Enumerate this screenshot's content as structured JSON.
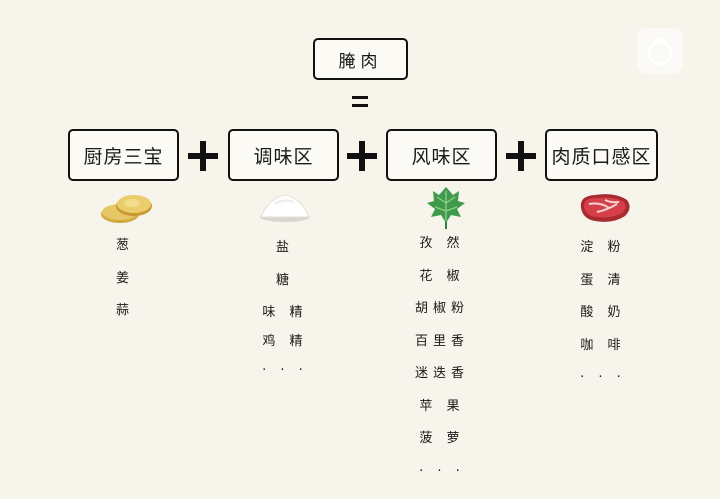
{
  "title": "腌肉",
  "categories": [
    {
      "label": "厨房三宝",
      "icon": "ginger-slices-icon",
      "items": [
        "葱",
        "姜",
        "蒜"
      ]
    },
    {
      "label": "调味区",
      "icon": "salt-pile-icon",
      "items": [
        "盐",
        "糖",
        "味 精",
        "鸡 精",
        "· · ·"
      ]
    },
    {
      "label": "风味区",
      "icon": "herb-leaf-icon",
      "items": [
        "孜 然",
        "花 椒",
        "胡椒粉",
        "百里香",
        "迷迭香",
        "苹 果",
        "菠 萝",
        "· · ·"
      ]
    },
    {
      "label": "肉质口感区",
      "icon": "raw-steak-icon",
      "items": [
        "淀 粉",
        "蛋 清",
        "酸 奶",
        "咖 啡",
        "· · ·"
      ]
    }
  ],
  "colors": {
    "background": "#f7f4ec",
    "border": "#111111",
    "ginger": "#e3c25e",
    "herb": "#3f9a4b",
    "meat": "#c8343a"
  }
}
